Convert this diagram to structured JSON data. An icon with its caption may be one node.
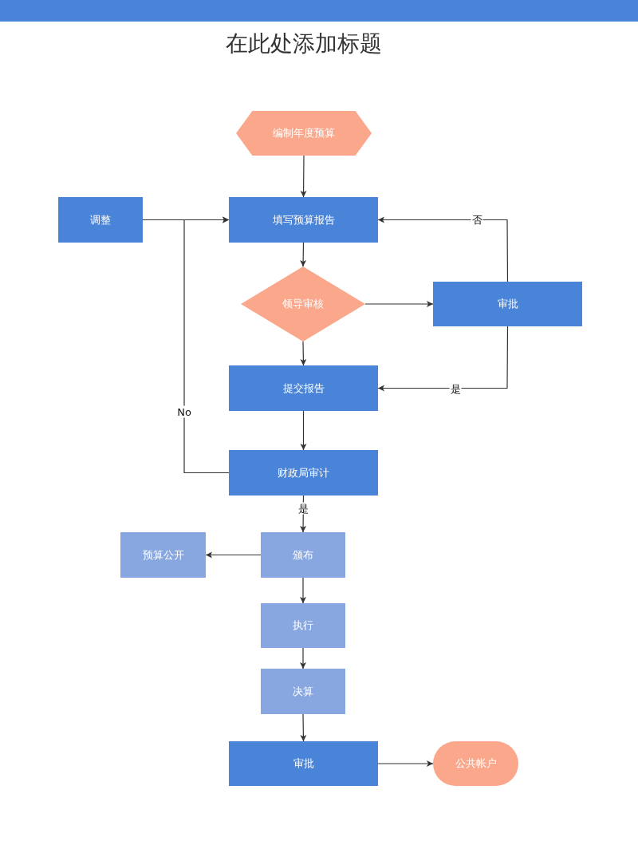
{
  "diagram": {
    "title": "在此处添加标题",
    "nodes": [
      {
        "text": [
          "编制年度预算"
        ]
      },
      {
        "text": [
          "调整"
        ]
      },
      {
        "text": [
          "填写预算报告"
        ]
      },
      {
        "text": [
          "领导审核"
        ]
      },
      {
        "text": [
          "审批"
        ]
      },
      {
        "text": [
          "提交报告"
        ]
      },
      {
        "text": [
          "财政局审计"
        ]
      },
      {
        "text": [
          "预算公开"
        ]
      },
      {
        "text": [
          "颁布"
        ]
      },
      {
        "text": [
          "执行"
        ]
      },
      {
        "text": [
          "决算"
        ]
      },
      {
        "text": [
          "审批"
        ]
      },
      {
        "text": [
          "公共帐户"
        ]
      }
    ],
    "edges": [
      {
        "from": 0,
        "to": 2,
        "arrow": "to"
      },
      {
        "from": 1,
        "to": 2,
        "arrow": "to"
      },
      {
        "from": 2,
        "to": 3,
        "arrow": "to"
      },
      {
        "from": 3,
        "to": 4,
        "arrow": "to"
      },
      {
        "from": 4,
        "to": 2,
        "arrow": "to",
        "label": "否"
      },
      {
        "from": 4,
        "to": 5,
        "arrow": "to",
        "label": "是"
      },
      {
        "from": 3,
        "to": 5,
        "arrow": "to"
      },
      {
        "from": 5,
        "to": 6,
        "arrow": "to"
      },
      {
        "from": 6,
        "to": 2,
        "arrow": "to",
        "label": "No"
      },
      {
        "from": 6,
        "to": 8,
        "arrow": "to",
        "label": "是"
      },
      {
        "from": 8,
        "to": 7,
        "arrow": "to"
      },
      {
        "from": 8,
        "to": 9,
        "arrow": "to"
      },
      {
        "from": 9,
        "to": 10,
        "arrow": "to"
      },
      {
        "from": 10,
        "to": 11,
        "arrow": "to"
      },
      {
        "from": 11,
        "to": 12,
        "arrow": "to"
      }
    ]
  }
}
